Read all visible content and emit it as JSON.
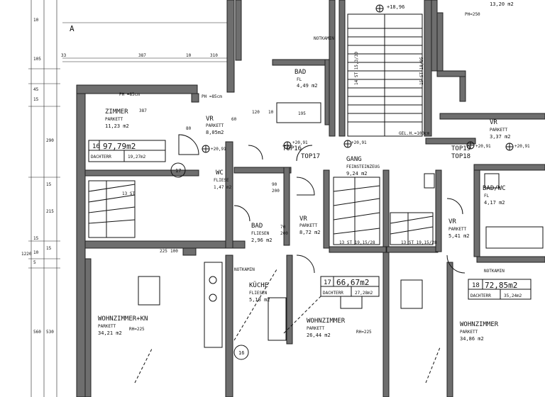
{
  "section_marker": "A",
  "rooms": {
    "zimmer": {
      "name": "ZIMMER",
      "floor": "PARKETT",
      "area": "11,23 m2"
    },
    "vr16": {
      "name": "VR",
      "floor": "PARKETT",
      "area": "8,05m2"
    },
    "bad_top": {
      "name": "BAD",
      "floor": "FL",
      "area": "4,49 m2"
    },
    "wc16": {
      "name": "WC",
      "floor": "FLIESE",
      "area": "1,47 m2"
    },
    "bad16": {
      "name": "BAD",
      "floor": "FLIESEN",
      "area": "2,96 m2"
    },
    "vr17": {
      "name": "VR",
      "floor": "PARKETT",
      "area": "8,72 m2"
    },
    "gang": {
      "name": "GANG",
      "floor": "FEINSTEINZEUG",
      "area": "9,24 m2"
    },
    "vr19": {
      "name": "VR",
      "floor": "PARKETT",
      "area": "3,37 m2"
    },
    "bad_wc18": {
      "name": "BAD/WC",
      "floor": "FL",
      "area": "4,17 m2"
    },
    "vr18": {
      "name": "VR",
      "floor": "PARKETT",
      "area": "5,41 m2"
    },
    "kueche": {
      "name": "KÜCHE",
      "floor": "FLIESEN",
      "area": "5,18 m2"
    },
    "wohn16": {
      "name": "WOHNZIMMER+KN",
      "floor": "PARKETT",
      "area": "34,21 m2",
      "rh": "RH=225"
    },
    "wohn17": {
      "name": "WOHNZIMMER",
      "floor": "PARKETT",
      "area": "26,44 m2",
      "rh": "RH=225"
    },
    "wohn18": {
      "name": "WOHNZIMMER",
      "floor": "PARKETT",
      "area": "34,86 m2"
    }
  },
  "top_area": "13,20 m2",
  "units": [
    {
      "number": "16",
      "area": "97,79m2",
      "terrace_label": "DACHTERR",
      "terrace_area": "19,27m2"
    },
    {
      "number": "17",
      "area": "66,67m2",
      "terrace_label": "DACHTERR",
      "terrace_area": "27,28m2"
    },
    {
      "number": "18",
      "area": "72,85m2",
      "terrace_label": "DACHTERR",
      "terrace_area": "35,24m2"
    }
  ],
  "unit_circles": [
    "17",
    "16"
  ],
  "top_labels": {
    "top16": "TOP16",
    "top17": "TOP17",
    "top19": "TOP19",
    "top18": "TOP18"
  },
  "levels": {
    "stair_top": "+18,96",
    "a": "+20,91",
    "b": "+20,91",
    "c": "+20,91",
    "d": "+20,91",
    "e": "+20,91"
  },
  "stairs": {
    "main": "14 ST 15,3/30",
    "main2": "15 ST 18/95",
    "s1": "13 ST",
    "s2": "13 ST 19,15/28",
    "s3": "13 ST 19,15/28",
    "gel": "GEL.H.=100cm"
  },
  "notes": {
    "notkamin": "NOTKAMIN",
    "notkamin2": "NOTKAMIN",
    "notkamin3": "NOTKAMIN",
    "ph1": "PH =85cm",
    "ph2": "PH =85cm",
    "ph3": "PH=250",
    "rh": "RH=225"
  },
  "left_dims": [
    "10",
    "105",
    "45",
    "15",
    "290",
    "15",
    "215",
    "15",
    "1220",
    "5",
    "530",
    "560",
    "15",
    "10"
  ],
  "top_dims": [
    "33",
    "387",
    "10",
    "310"
  ],
  "misc_dims": [
    "387",
    "60",
    "120",
    "10",
    "195",
    "80",
    "90",
    "200",
    "70",
    "200",
    "100",
    "225"
  ]
}
